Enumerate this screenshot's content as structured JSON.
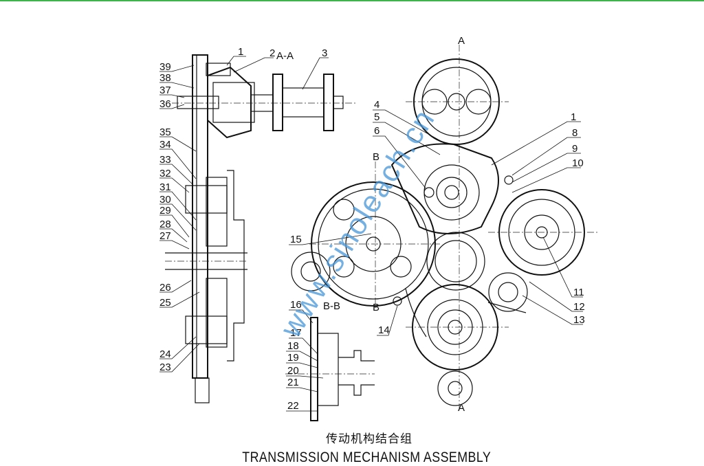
{
  "drawing": {
    "title_cn": "传动机构结合组",
    "title_en": "TRANSMISSION MECHANISM ASSEMBLY",
    "watermark": "www.sinoleach.cn",
    "section_labels": {
      "a_a": "A-A",
      "b_b": "B-B",
      "a": "A",
      "b": "B"
    },
    "left_callouts": [
      "39",
      "38",
      "37",
      "36",
      "35",
      "34",
      "33",
      "32",
      "31",
      "30",
      "29",
      "28",
      "27",
      "26",
      "25",
      "24",
      "23"
    ],
    "top_callouts": [
      "1",
      "2",
      "3"
    ],
    "right_callouts_top_left": [
      "4",
      "5",
      "6"
    ],
    "right_callouts_top_right": [
      "1",
      "8",
      "9",
      "10"
    ],
    "right_callouts_bottom_right": [
      "11",
      "12",
      "13"
    ],
    "callout_14": "14",
    "callout_15": "15",
    "bb_callouts": [
      "16",
      "17",
      "18",
      "19",
      "20",
      "21",
      "22"
    ]
  },
  "colors": {
    "top_bar": "#3cb44a",
    "watermark": "#4696d7",
    "ink": "#111111"
  }
}
